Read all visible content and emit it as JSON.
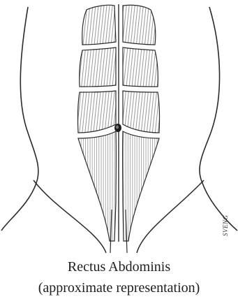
{
  "diagram": {
    "subject": "rectus abdominis muscle illustration",
    "style": "pencil sketch",
    "caption_line1": "Rectus Abdominis",
    "caption_line2": "(approximate representation)",
    "signature": "SVENG",
    "colors": {
      "background": "#ffffff",
      "line": "#2a2a2a",
      "hatch": "#6e6e6e",
      "shade": "#c9c9c9"
    }
  }
}
